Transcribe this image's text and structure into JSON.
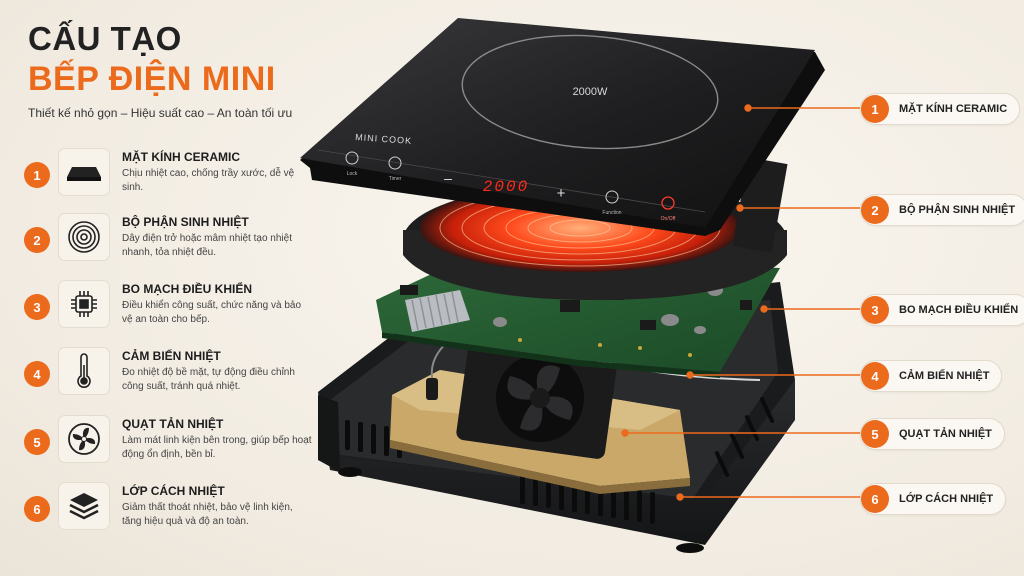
{
  "header": {
    "title_line1": "CẤU TẠO",
    "title_line2": "BẾP ĐIỆN MINI",
    "subtitle": "Thiết kế nhỏ gọn – Hiệu suất cao – An toàn tối ưu"
  },
  "features": [
    {
      "num": "1",
      "icon": "glass-plate-icon",
      "title": "MẶT KÍNH CERAMIC",
      "desc": "Chịu nhiệt cao, chống trầy xước, dễ vệ sinh."
    },
    {
      "num": "2",
      "icon": "heating-coil-icon",
      "title": "BỘ PHẬN SINH NHIỆT",
      "desc": "Dây điện trở hoặc mâm nhiệt tạo nhiệt nhanh, tỏa nhiệt đều."
    },
    {
      "num": "3",
      "icon": "chip-icon",
      "title": "BO MẠCH ĐIỀU KHIỂN",
      "desc": "Điều khiển công suất, chức năng và bảo vệ an toàn cho bếp."
    },
    {
      "num": "4",
      "icon": "thermometer-icon",
      "title": "CẢM BIẾN NHIỆT",
      "desc": "Đo nhiệt độ bề mặt, tự động điều chỉnh công suất, tránh quá nhiệt."
    },
    {
      "num": "5",
      "icon": "fan-icon",
      "title": "QUẠT TẢN NHIỆT",
      "desc": "Làm mát linh kiện bên trong, giúp bếp hoạt động ổn định, bền bỉ."
    },
    {
      "num": "6",
      "icon": "layers-icon",
      "title": "LỚP CÁCH NHIỆT",
      "desc": "Giảm thất thoát nhiệt, bảo vệ linh kiện, tăng hiệu quả và độ an toàn."
    }
  ],
  "callouts": [
    {
      "num": "1",
      "label": "MẶT KÍNH CERAMIC"
    },
    {
      "num": "2",
      "label": "BỘ PHẬN SINH NHIỆT"
    },
    {
      "num": "3",
      "label": "BO MẠCH ĐIỀU KHIỂN"
    },
    {
      "num": "4",
      "label": "CẢM BIẾN NHIỆT"
    },
    {
      "num": "5",
      "label": "QUẠT TẢN NHIỆT"
    },
    {
      "num": "6",
      "label": "LỚP CÁCH NHIỆT"
    }
  ],
  "cooktop": {
    "brand": "MINI COOK",
    "zone_label": "2000W",
    "display": "2000",
    "btn_lock": "Lock",
    "btn_timer": "Timer",
    "btn_function": "Function",
    "btn_onoff": "On/Off",
    "minus": "–",
    "plus": "+"
  },
  "colors": {
    "accent": "#ec6a1c",
    "display": "#ff2a1a",
    "coil": "#ff4a1c"
  }
}
